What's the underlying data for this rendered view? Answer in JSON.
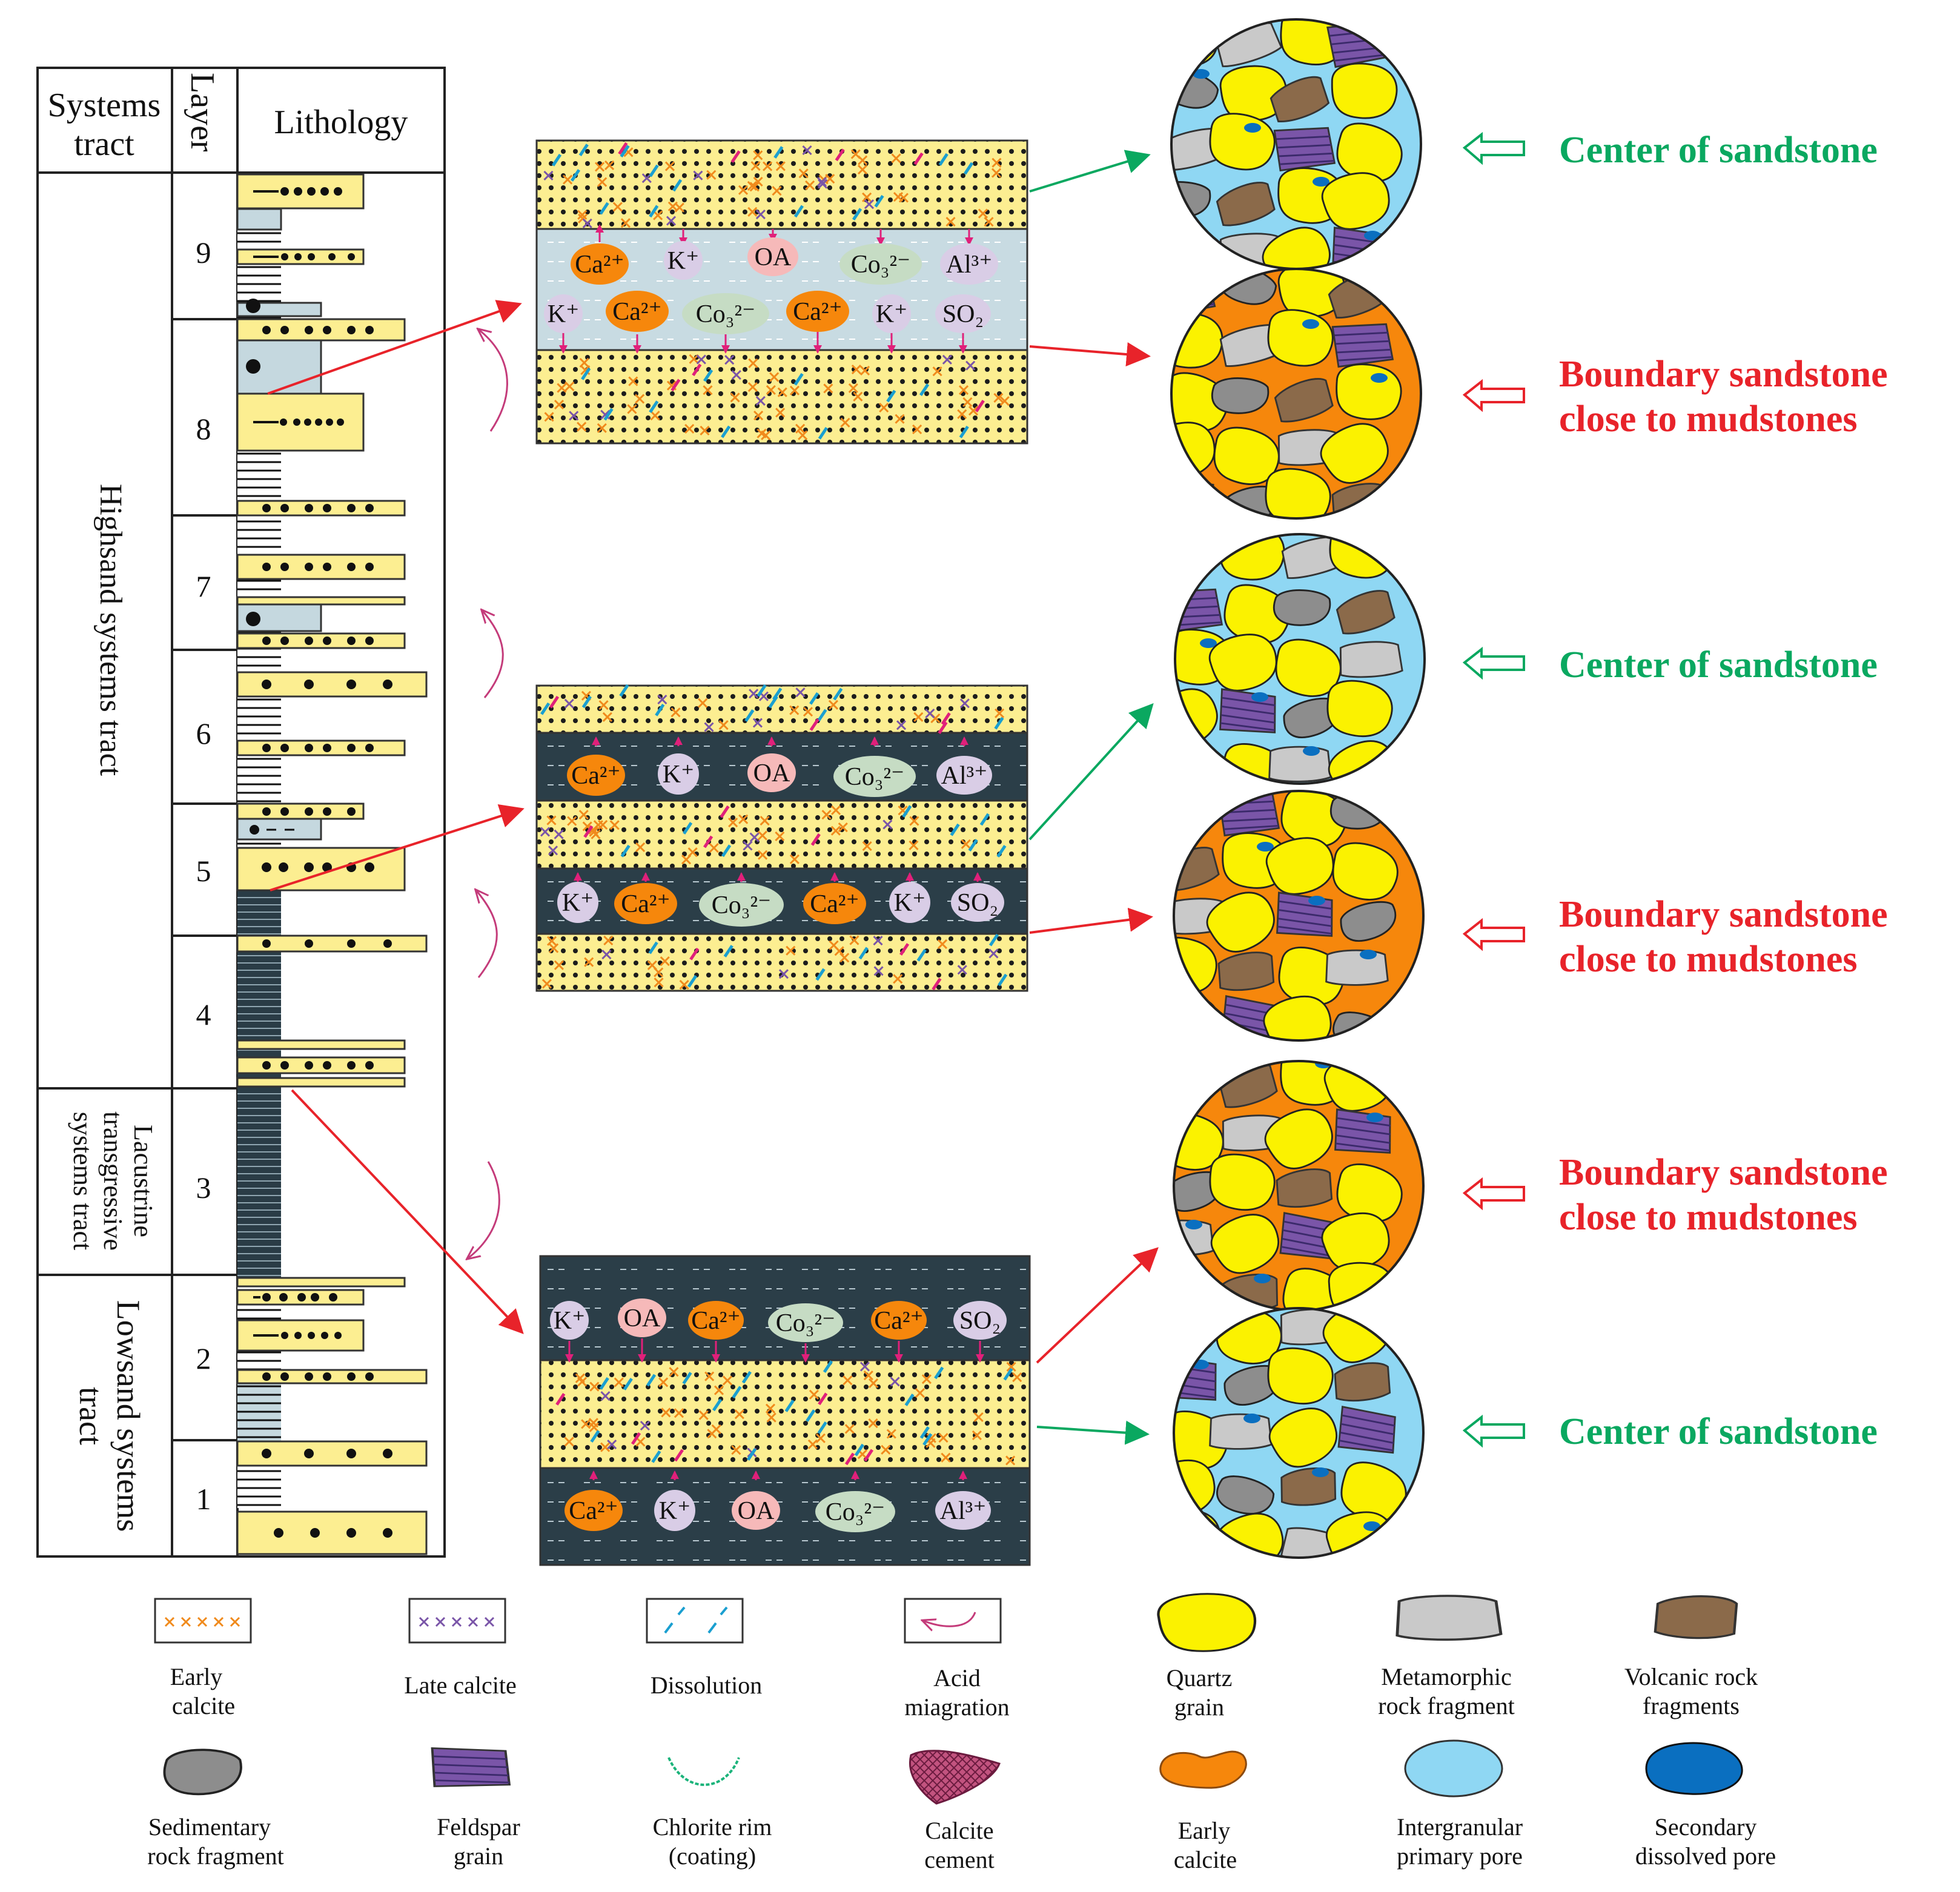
{
  "column": {
    "headers": {
      "systems_tract": "Systems\ntract",
      "layer": "Layer",
      "lithology": "Lithology"
    },
    "layers": [
      "9",
      "8",
      "7",
      "6",
      "5",
      "4",
      "3",
      "2",
      "1"
    ],
    "tracts": [
      {
        "name": "Highsand systems tract"
      },
      {
        "name": "Lacustrine\ntransgressive\nsystems tract"
      },
      {
        "name": "Lowsand systems\ntract"
      }
    ]
  },
  "ions": {
    "ca": "Ca²⁺",
    "k": "K⁺",
    "oa": "OA",
    "co3": "Co₃²⁻",
    "al": "Al³⁺",
    "so2": "SO₂"
  },
  "labels": {
    "center": "Center of sandstone",
    "boundary_line1": "Boundary  sandstone",
    "boundary_line2": "close  to  mudstones"
  },
  "colors": {
    "center": "#0aa860",
    "boundary": "#e8232a",
    "sandstone": "#fcee91",
    "light_mudstone": "#c5d8df",
    "dark_mudstone": "#2b3e48"
  },
  "legend": [
    {
      "label": "Early\ncalcite",
      "icon": "early-calcite-symbol"
    },
    {
      "label": "Late calcite",
      "icon": "late-calcite-symbol"
    },
    {
      "label": "Dissolution",
      "icon": "dissolution-symbol"
    },
    {
      "label": "Acid\nmiagration",
      "icon": "acid-migration-arrow"
    },
    {
      "label": "Quartz\ngrain",
      "icon": "quartz-grain"
    },
    {
      "label": "Metamorphic\nrock fragment",
      "icon": "metamorphic-fragment"
    },
    {
      "label": "Volcanic rock\nfragments",
      "icon": "volcanic-fragment"
    },
    {
      "label": "Sedimentary\nrock fragment",
      "icon": "sedimentary-fragment"
    },
    {
      "label": "Feldspar\ngrain",
      "icon": "feldspar-grain"
    },
    {
      "label": "Chlorite rim\n(coating)",
      "icon": "chlorite-rim"
    },
    {
      "label": "Calcite\ncement",
      "icon": "calcite-cement"
    },
    {
      "label": "Early\ncalcite",
      "icon": "early-calcite-blob"
    },
    {
      "label": "Intergranular\nprimary pore",
      "icon": "primary-pore"
    },
    {
      "label": "Secondary\ndissolved pore",
      "icon": "dissolved-pore"
    }
  ]
}
